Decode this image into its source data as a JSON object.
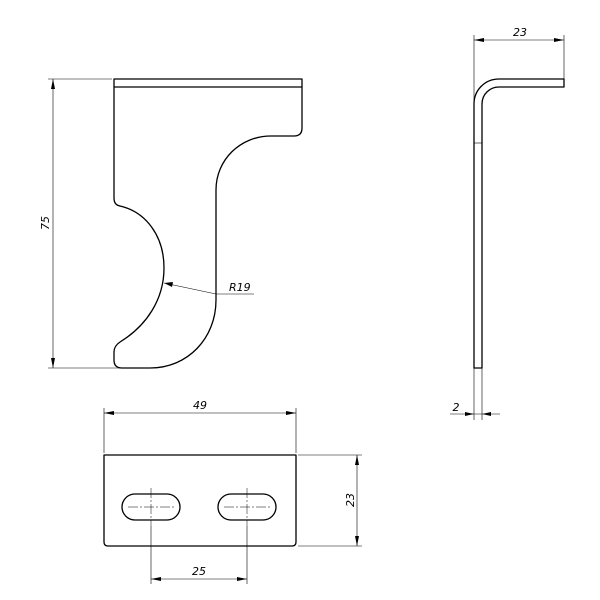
{
  "dimensions": {
    "height_front": "75",
    "radius": "R19",
    "width_side": "23",
    "thickness": "2",
    "width_bottom": "49",
    "height_bottom": "23",
    "slot_spacing": "25"
  }
}
